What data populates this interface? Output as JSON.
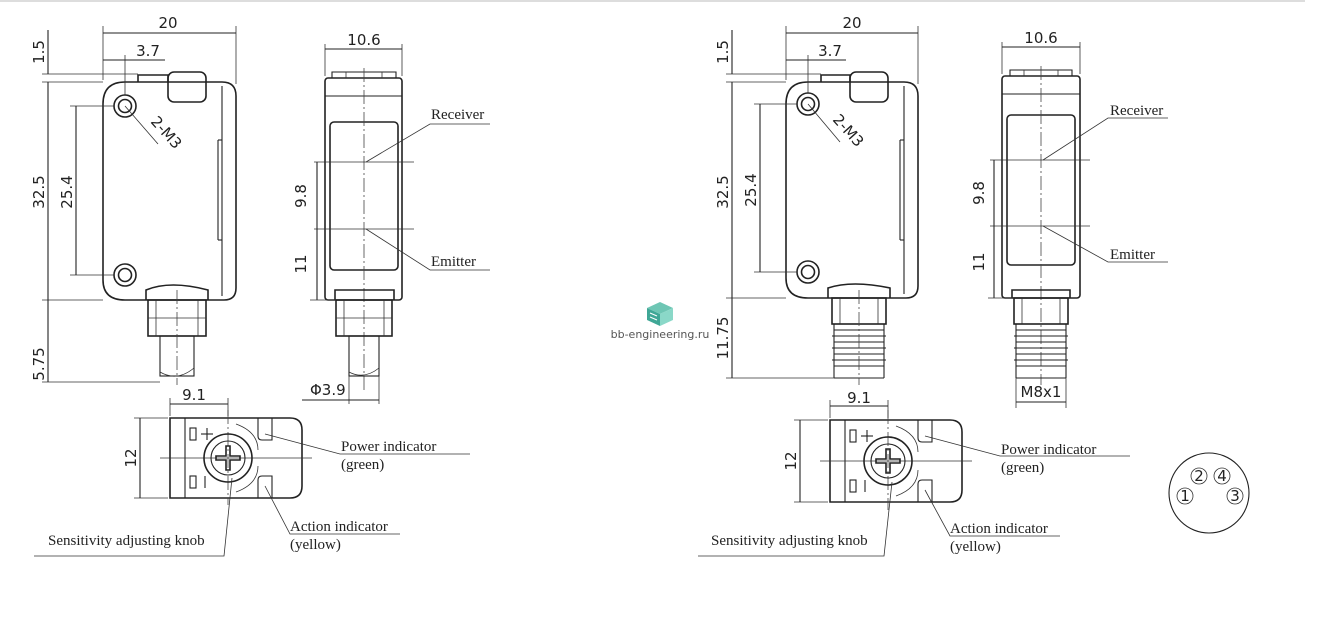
{
  "watermark": "bb-engineering.ru",
  "left": {
    "front_dims": {
      "width": "20",
      "top_offset": "1.5",
      "hole_offset": "3.7",
      "height": "32.5",
      "hole_spacing": "25.4",
      "cable_len": "5.75",
      "thread": "2-M3"
    },
    "side_dims": {
      "width": "10.6",
      "rx_spacing": "9.8",
      "tx_offset": "11",
      "cable_dia": "Φ3.9"
    },
    "labels": {
      "receiver": "Receiver",
      "emitter": "Emitter"
    },
    "bottom": {
      "width": "9.1",
      "height": "12",
      "power_indicator": "Power indicator",
      "power_color": "(green)",
      "action_indicator": "Action indicator",
      "action_color": "(yellow)",
      "knob": "Sensitivity adjusting knob"
    }
  },
  "right": {
    "front_dims": {
      "width": "20",
      "top_offset": "1.5",
      "hole_offset": "3.7",
      "height": "32.5",
      "hole_spacing": "25.4",
      "connector_len": "11.75",
      "thread": "2-M3"
    },
    "side_dims": {
      "width": "10.6",
      "rx_spacing": "9.8",
      "tx_offset": "11",
      "connector_thread": "M8x1"
    },
    "labels": {
      "receiver": "Receiver",
      "emitter": "Emitter"
    },
    "bottom": {
      "width": "9.1",
      "height": "12",
      "power_indicator": "Power indicator",
      "power_color": "(green)",
      "action_indicator": "Action indicator",
      "action_color": "(yellow)",
      "knob": "Sensitivity adjusting knob"
    },
    "pins": [
      "1",
      "2",
      "3",
      "4"
    ]
  }
}
